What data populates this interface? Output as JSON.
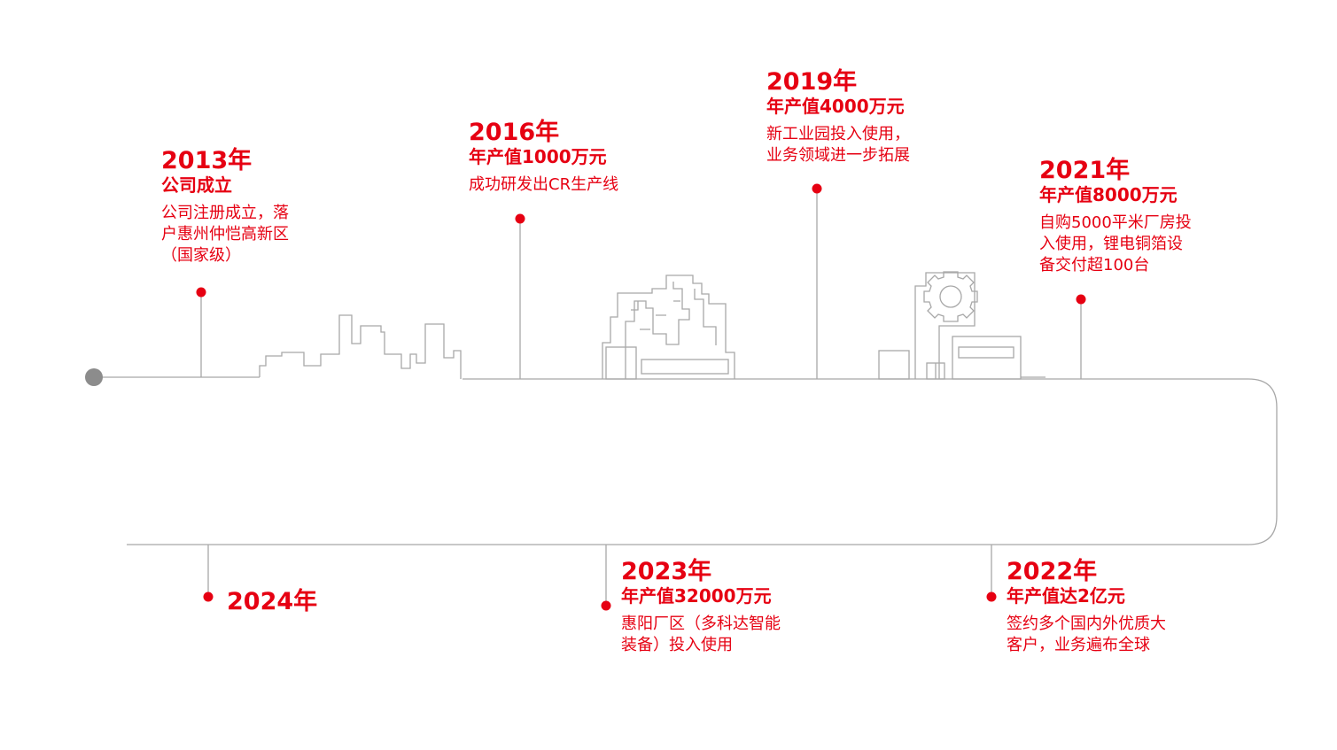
{
  "accent_color": "#e60012",
  "line_color": "#a8a8a8",
  "milestones": {
    "m2013": {
      "year": "2013年",
      "subtitle": "公司成立",
      "desc": "公司注册成立，落\n户惠州仲恺高新区\n（国家级）"
    },
    "m2016": {
      "year": "2016年",
      "subtitle": "年产值1000万元",
      "desc": "成功研发出CR生产线"
    },
    "m2019": {
      "year": "2019年",
      "subtitle": "年产值4000万元",
      "desc": "新工业园投入使用，\n业务领域进一步拓展"
    },
    "m2021": {
      "year": "2021年",
      "subtitle": "年产值8000万元",
      "desc": "自购5000平米厂房投\n入使用，锂电铜箔设\n备交付超100台"
    },
    "m2022": {
      "year": "2022年",
      "subtitle": "年产值达2亿元",
      "desc": "签约多个国内外优质大\n客户，业务遍布全球"
    },
    "m2023": {
      "year": "2023年",
      "subtitle": "年产值32000万元",
      "desc": "惠阳厂区（多科达智能\n装备）投入使用"
    },
    "m2024": {
      "year": "2024年"
    }
  }
}
